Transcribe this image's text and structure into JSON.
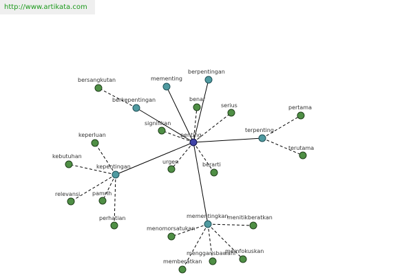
{
  "watermark": "http://www.artikata.com",
  "graph": {
    "center": "penting",
    "synonyms": [
      "mementing",
      "berpentingan",
      "berkepentingan",
      "bersangkutan",
      "benar",
      "serius",
      "signifikan",
      "urgen",
      "berarti",
      "terpenting",
      "pertama",
      "terutama",
      "kepentingan",
      "keperluan",
      "kebutuhan",
      "relevansi",
      "pamrih",
      "perhatian",
      "mementingkan",
      "menomorsatukan",
      "menitikberatkan",
      "menggarisbawahi",
      "memberatkan",
      "memfokuskan"
    ]
  }
}
